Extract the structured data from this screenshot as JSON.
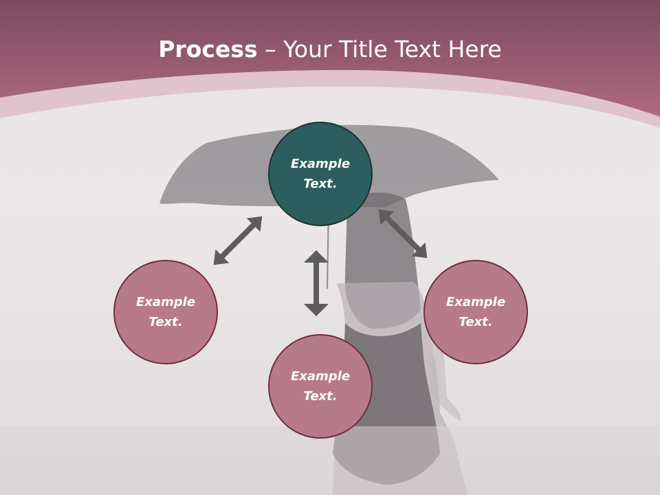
{
  "title": {
    "bold": "Process",
    "rest": " – Your Title Text Here"
  },
  "circles": {
    "top": {
      "line1": "Example",
      "line2": "Text."
    },
    "left": {
      "line1": "Example",
      "line2": "Text."
    },
    "right": {
      "line1": "Example",
      "line2": "Text."
    },
    "bottom": {
      "line1": "Example",
      "line2": "Text."
    }
  },
  "colors": {
    "header": "#9a5068",
    "accent_circle": "#b77a8a",
    "center_circle": "#2d5e5f",
    "arrow": "#5a5a5a"
  }
}
